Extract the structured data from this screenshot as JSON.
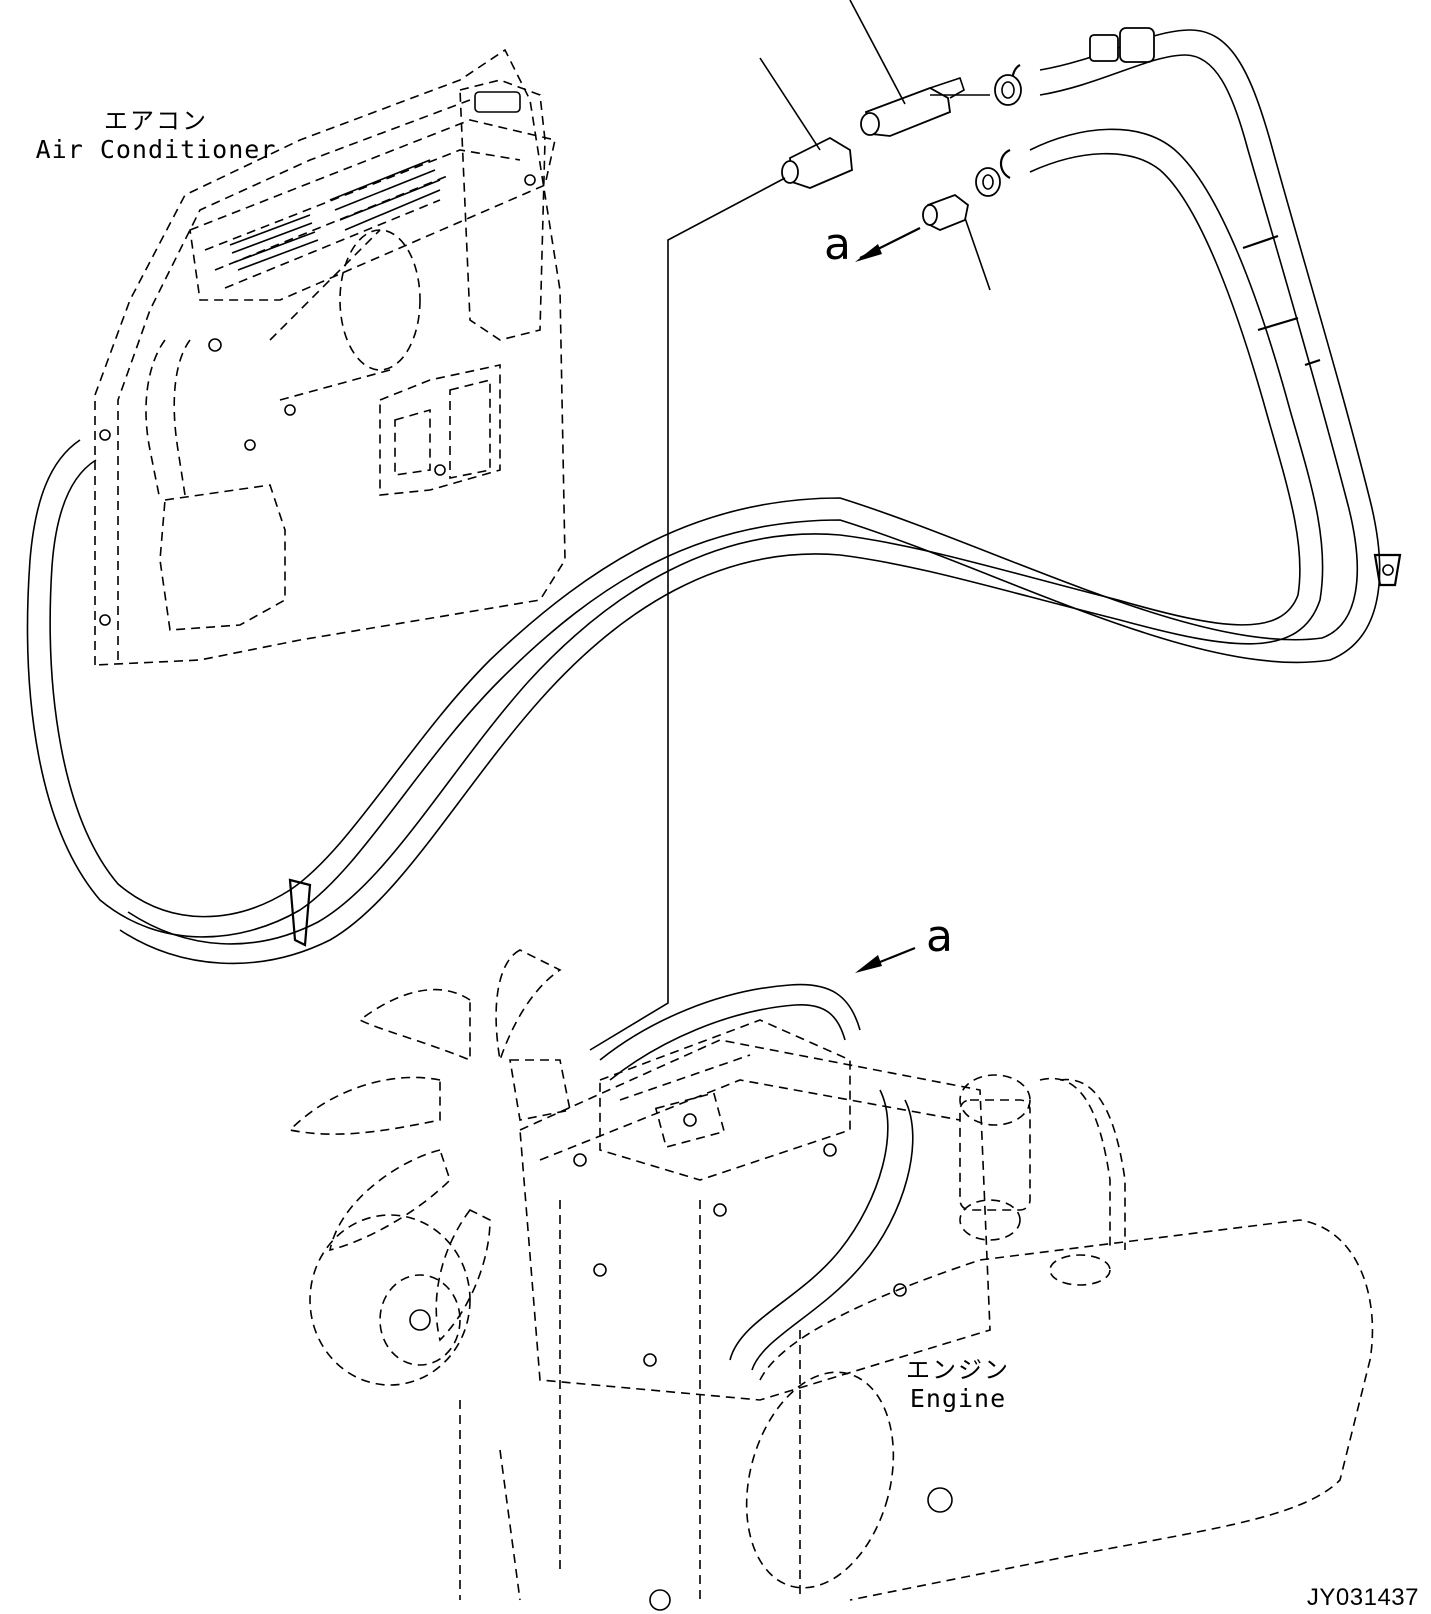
{
  "labels": {
    "air_conditioner_jp": "エアコン",
    "air_conditioner_en": "Air Conditioner",
    "engine_jp": "エンジン",
    "engine_en": "Engine",
    "view_arrow_top": "a",
    "view_arrow_engine": "a"
  },
  "drawing_number": "JY031437",
  "colors": {
    "line": "#000000",
    "background": "#ffffff"
  }
}
